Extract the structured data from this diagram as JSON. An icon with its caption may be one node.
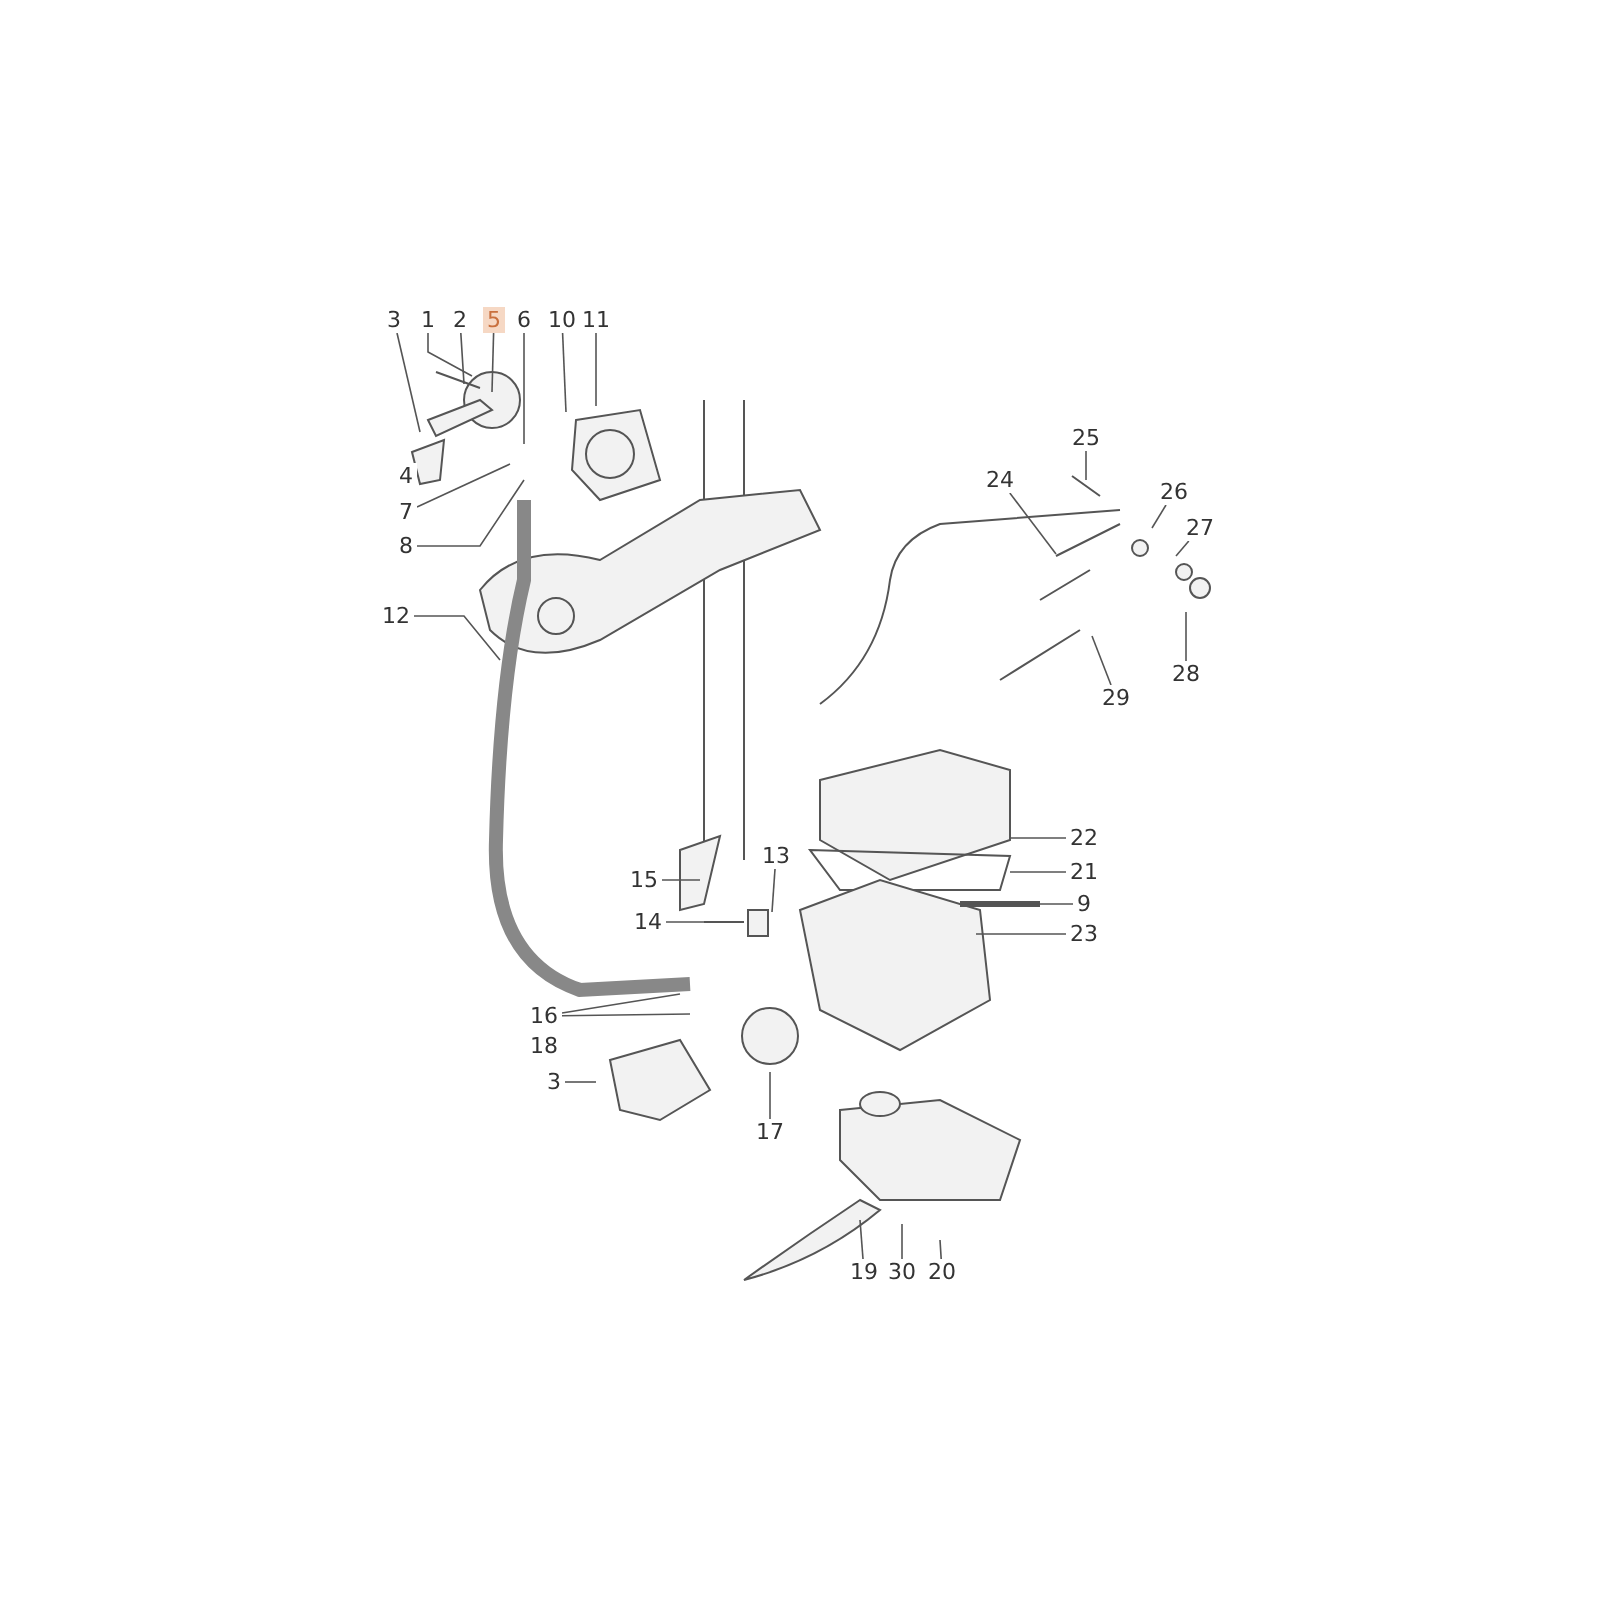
{
  "diagram": {
    "nodes": [
      {
        "text": [
          "3"
        ]
      },
      {
        "text": [
          "1"
        ]
      },
      {
        "text": [
          "2"
        ]
      },
      {
        "text": [
          "5"
        ]
      },
      {
        "text": [
          "6"
        ]
      },
      {
        "text": [
          "10"
        ]
      },
      {
        "text": [
          "11"
        ]
      },
      {
        "text": [
          "25"
        ]
      },
      {
        "text": [
          "24"
        ]
      },
      {
        "text": [
          "26"
        ]
      },
      {
        "text": [
          "7"
        ]
      },
      {
        "text": [
          "27"
        ]
      },
      {
        "text": [
          "8"
        ]
      },
      {
        "text": [
          "12"
        ]
      },
      {
        "text": [
          "28"
        ]
      },
      {
        "text": [
          "29"
        ]
      },
      {
        "text": [
          "22"
        ]
      },
      {
        "text": [
          "13"
        ]
      },
      {
        "text": [
          "21"
        ]
      },
      {
        "text": [
          "15"
        ]
      },
      {
        "text": [
          "9"
        ]
      },
      {
        "text": [
          "14"
        ]
      },
      {
        "text": [
          "23"
        ]
      },
      {
        "text": [
          "16"
        ]
      },
      {
        "text": [
          "3"
        ]
      },
      {
        "text": [
          "17"
        ]
      },
      {
        "text": [
          "19"
        ]
      },
      {
        "text": [
          "30"
        ]
      },
      {
        "text": [
          "20"
        ]
      },
      {
        "text": [
          "4"
        ]
      },
      {
        "text": [
          "18"
        ]
      }
    ],
    "edges": [
      {
        "from": 0,
        "to": null,
        "arrow": "none"
      },
      {
        "from": 1,
        "to": null,
        "arrow": "none"
      },
      {
        "from": 2,
        "to": null,
        "arrow": "none"
      },
      {
        "from": 3,
        "to": null,
        "arrow": "none"
      },
      {
        "from": 4,
        "to": null,
        "arrow": "none"
      },
      {
        "from": 5,
        "to": null,
        "arrow": "none"
      },
      {
        "from": 6,
        "to": null,
        "arrow": "none"
      },
      {
        "from": 7,
        "to": null,
        "arrow": "none"
      },
      {
        "from": 8,
        "to": null,
        "arrow": "none"
      },
      {
        "from": 9,
        "to": null,
        "arrow": "none"
      },
      {
        "from": 10,
        "to": null,
        "arrow": "none"
      },
      {
        "from": 11,
        "to": null,
        "arrow": "none"
      },
      {
        "from": 12,
        "to": null,
        "arrow": "none"
      },
      {
        "from": 13,
        "to": null,
        "arrow": "none"
      },
      {
        "from": 14,
        "to": null,
        "arrow": "none"
      },
      {
        "from": 15,
        "to": null,
        "arrow": "none"
      },
      {
        "from": 16,
        "to": null,
        "arrow": "none"
      },
      {
        "from": 17,
        "to": null,
        "arrow": "none"
      },
      {
        "from": 18,
        "to": null,
        "arrow": "none"
      },
      {
        "from": 19,
        "to": null,
        "arrow": "none"
      },
      {
        "from": 20,
        "to": null,
        "arrow": "none"
      },
      {
        "from": 21,
        "to": null,
        "arrow": "none"
      },
      {
        "from": 22,
        "to": null,
        "arrow": "none"
      },
      {
        "from": 23,
        "to": null,
        "arrow": "none"
      },
      {
        "from": 23,
        "to": null,
        "arrow": "none"
      },
      {
        "from": 24,
        "to": null,
        "arrow": "none"
      },
      {
        "from": 25,
        "to": null,
        "arrow": "none"
      },
      {
        "from": 26,
        "to": null,
        "arrow": "none"
      },
      {
        "from": 27,
        "to": null,
        "arrow": "none"
      },
      {
        "from": 28,
        "to": null,
        "arrow": "none"
      }
    ]
  }
}
